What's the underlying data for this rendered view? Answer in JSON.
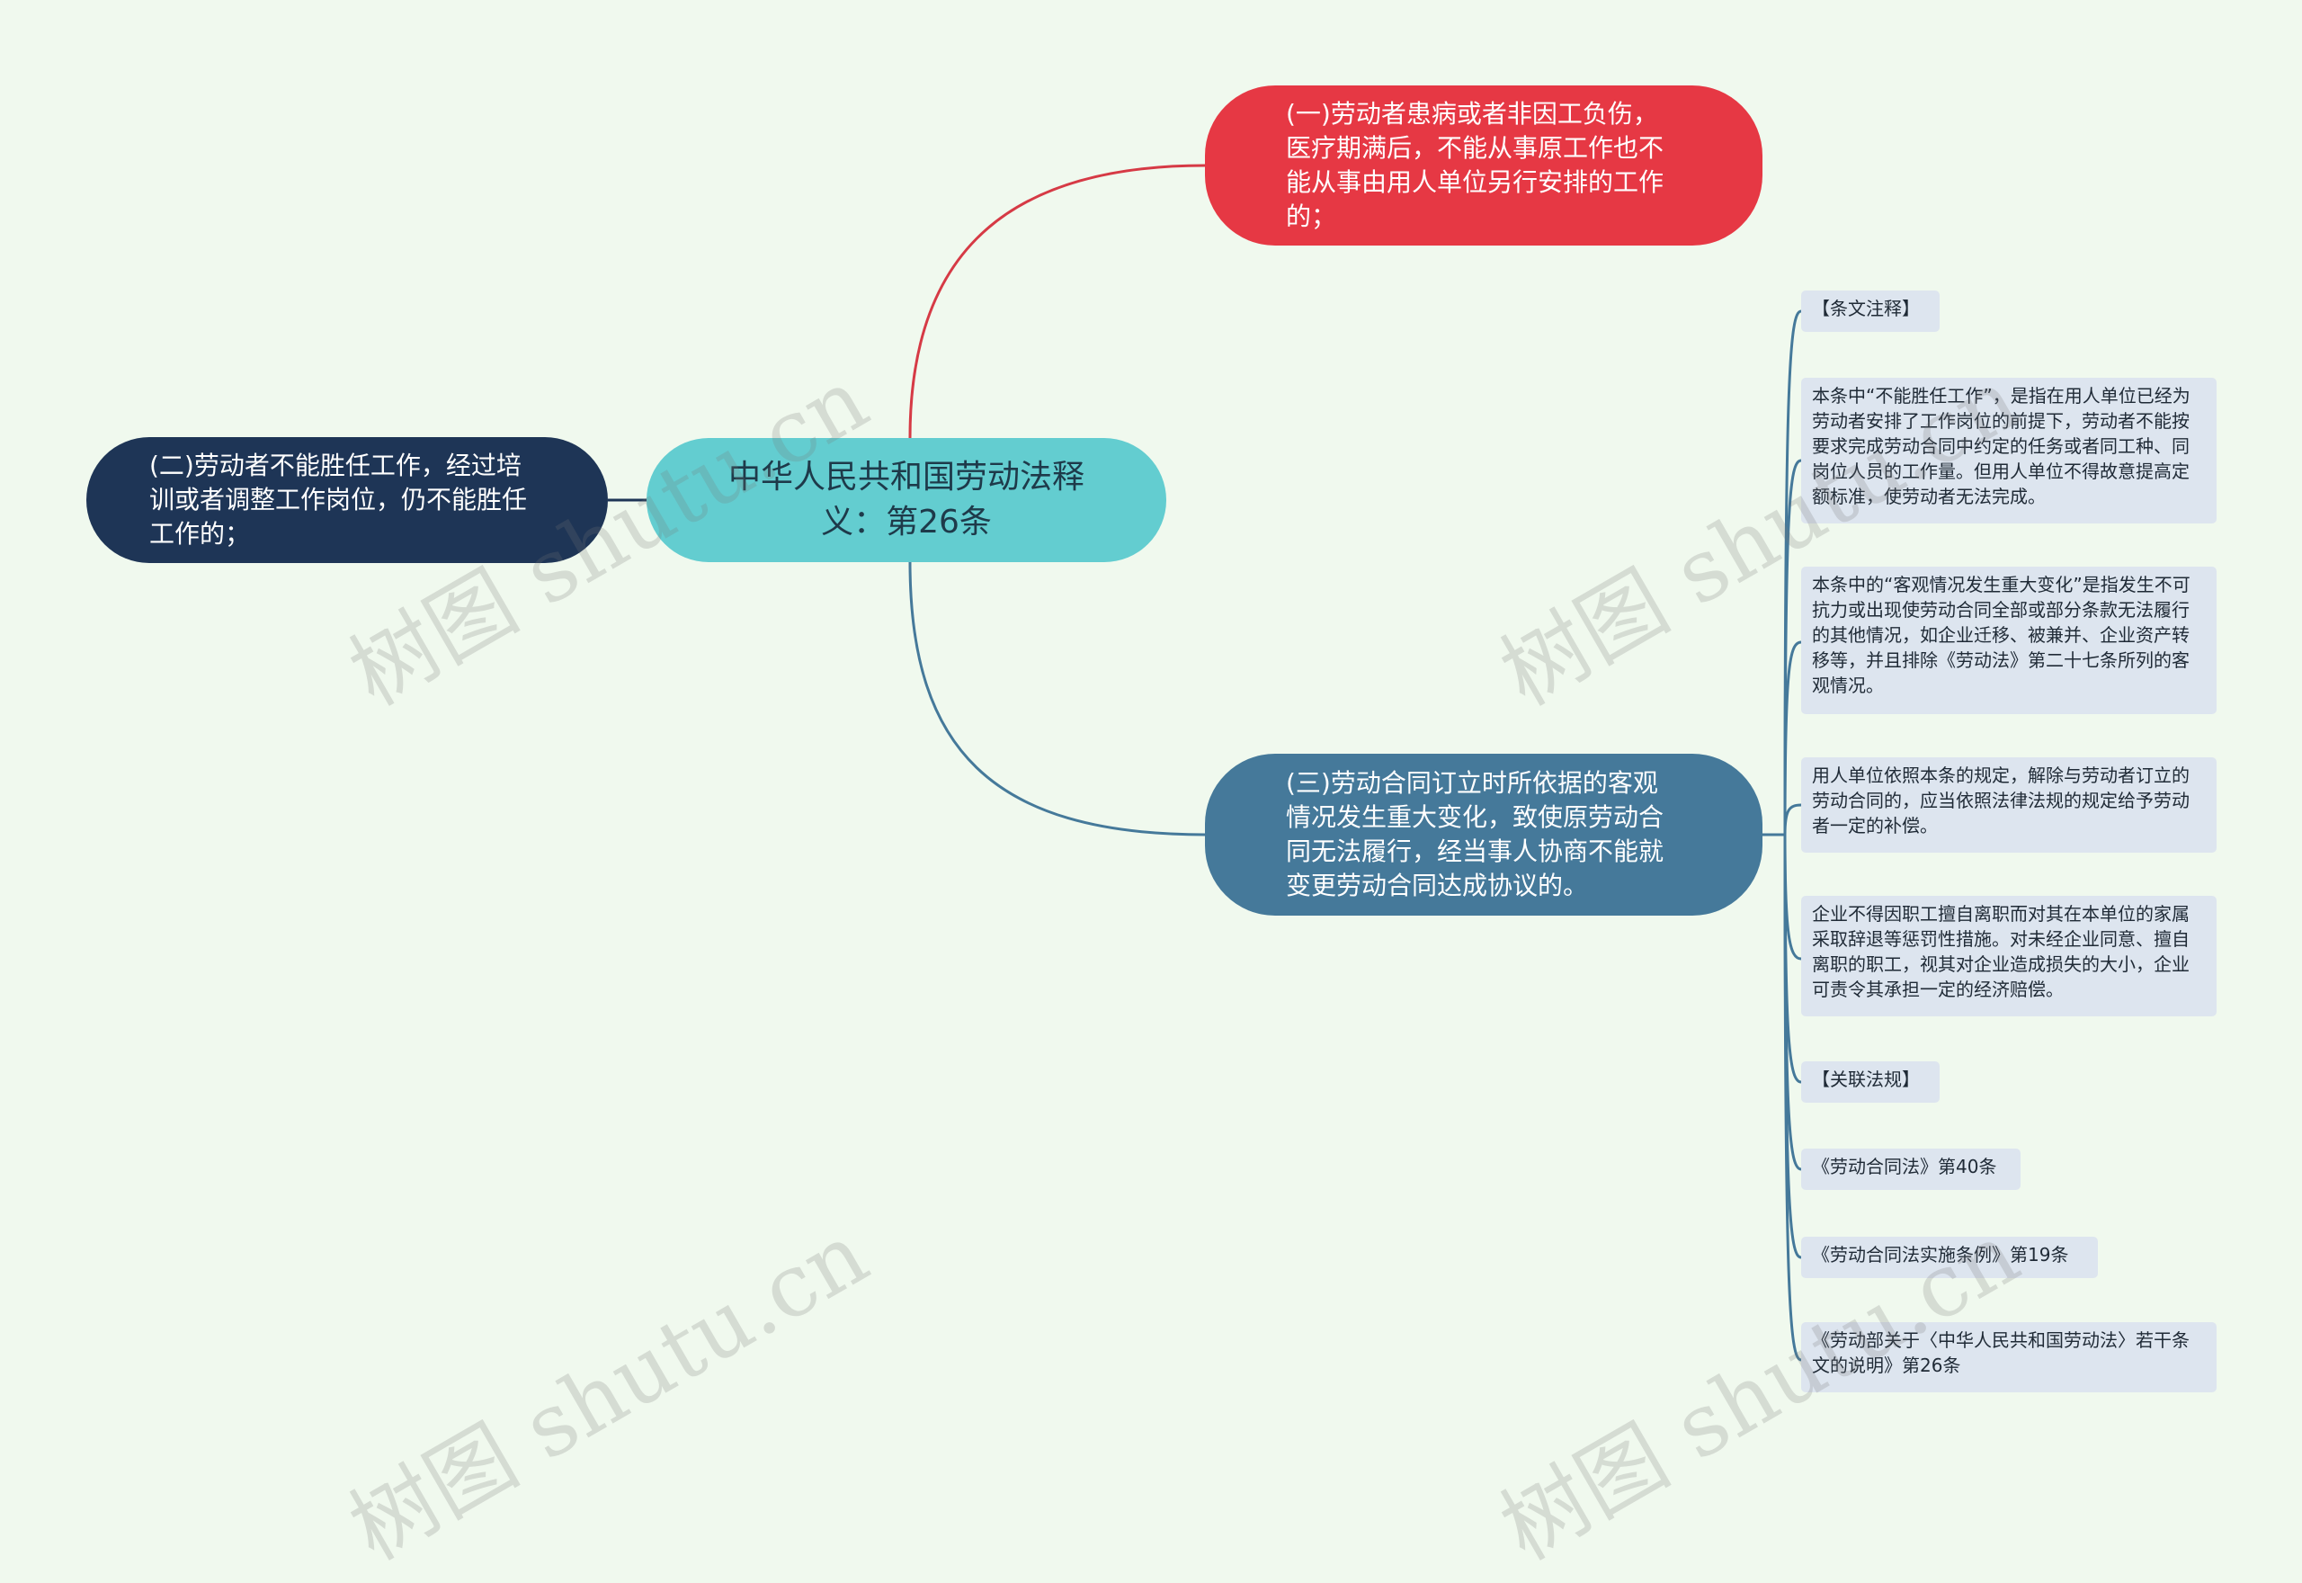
{
  "root": {
    "label": "中华人民共和国劳动法释义：第26条"
  },
  "branches": {
    "one": "(一)劳动者患病或者非因工负伤，医疗期满后，不能从事原工作也不能从事由用人单位另行安排的工作的；",
    "two": "(二)劳动者不能胜任工作，经过培训或者调整工作岗位，仍不能胜任工作的；",
    "three": "(三)劳动合同订立时所依据的客观情况发生重大变化，致使原劳动合同无法履行，经当事人协商不能就变更劳动合同达成协议的。"
  },
  "leaves": [
    "【条文注释】",
    "本条中“不能胜任工作”，是指在用人单位已经为劳动者安排了工作岗位的前提下，劳动者不能按要求完成劳动合同中约定的任务或者同工种、同岗位人员的工作量。但用人单位不得故意提高定额标准，使劳动者无法完成。",
    "本条中的“客观情况发生重大变化”是指发生不可抗力或出现使劳动合同全部或部分条款无法履行的其他情况，如企业迁移、被兼并、企业资产转移等，并且排除《劳动法》第二十七条所列的客观情况。",
    "用人单位依照本条的规定，解除与劳动者订立的劳动合同的，应当依照法律法规的规定给予劳动者一定的补偿。",
    "企业不得因职工擅自离职而对其在本单位的家属采取辞退等惩罚性措施。对未经企业同意、擅自离职的职工，视其对企业造成损失的大小，企业可责令其承担一定的经济赔偿。",
    "【关联法规】",
    "《劳动合同法》第40条",
    "《劳动合同法实施条例》第19条",
    "《劳动部关于〈中华人民共和国劳动法〉若干条文的说明》第26条"
  ],
  "watermark": "树图 shutu.cn",
  "colors": {
    "background": "#f0f9ee",
    "root": "#63cdd0",
    "branch_one": "#e63844",
    "branch_two": "#1e3556",
    "branch_three": "#45799a",
    "leaf": "#dde5ef",
    "edge_one": "#d63a45",
    "edge_two": "#1e3556",
    "edge_three": "#45799a"
  }
}
